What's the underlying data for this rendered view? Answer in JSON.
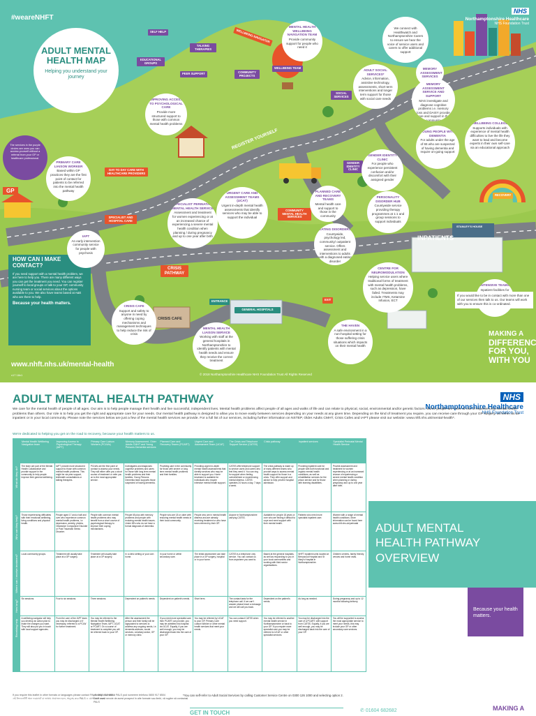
{
  "map": {
    "hashtag": "#weareNHFT",
    "nhs_badge": "NHS",
    "org_name": "Northamptonshire Healthcare",
    "org_sub": "NHS Foundation Trust",
    "title_line1": "ADULT MENTAL",
    "title_line2": "HEALTH MAP",
    "subtitle": "Helping you understand your journey",
    "purple_intro": "The services in the purple circles are ones you can access yourself without a referral from your GP or healthcare professional.",
    "gp": "GP",
    "signs": {
      "self_help": "SELF HELP",
      "talking": "TALKING THERAPIES",
      "educational": "EDUCATIONAL GROUPS",
      "peer": "PEER SUPPORT",
      "wellbeing_navigator": "WELLBEING NAVIGATOR",
      "wellbeing_team": "WELLBEING TEAM",
      "community_projects": "COMMUNITY PROJECTS",
      "social_services": "SOCIAL SERVICES",
      "register": "REGISTER YOURSELF",
      "day_to_day": "DAY TO DAY CARE WITH HEALTHCARE PROVIDERS",
      "specialist": "SPECIALIST AND HOSPITAL CARE",
      "crisis": "CRISIS PATHWAY",
      "crisis_cafe": "CRISIS CAFE",
      "entrance": "ENTRANCE",
      "general_hospitals": "GENERAL HOSPITALS",
      "exit": "EXIT",
      "community_mh": "COMMUNITY MENTAL HEALTH SERVICES",
      "inpatients": "INPATIENTS",
      "recovery": "RECOVERY",
      "gender": "GENDER IDENTITY CLINIC",
      "stairs": "STANLEY'S HOUSE"
    },
    "circles": [
      {
        "title": "MENTAL HEALTH WELLBEING NAVIGATION TEAM",
        "text": "Provide community support for people who need it"
      },
      {
        "title": "",
        "text": "We connect with Healthwatch and Northamptonshire Carers to ensure we hear the voice of service users and carers to offer additional support"
      },
      {
        "title": "IMPROVING ACCESS TO PSYCHOLOGICAL CARE",
        "text": "Provide more structured support to those with common mental health problems"
      },
      {
        "title": "ADULT SOCIAL SERVICES*",
        "text": "Advice, information, assistive technology, assessments, short term interventions and longer term support for those with social care needs"
      },
      {
        "title": "MEMORY ASSESSMENT SERVICES",
        "text": ""
      },
      {
        "title": "MEMORY ASSESSMENT SERVICE AND SUPPORT",
        "text": "MAS investigate and diagnose cognitive problems i.e. memory loss and DAISY provide care and support in the community"
      },
      {
        "title": "WELLBEING COLLEGE",
        "text": "Supports individuals with experience of mental health difficulties to live the life they want to lead and become experts in their own self-care via an educational approach"
      },
      {
        "title": "PRIMARY CARE LIAISON WORKER",
        "text": "Based within GP practices they are the first point of contact for patients to be referred into the mental health pathway"
      },
      {
        "title": "YOUNG PEOPLE WITH DEMENTIA",
        "text": "For adults under the age of 65 who are suspected of having dementia and require on-going support"
      },
      {
        "title": "GENDER IDENTITY CLINIC",
        "text": "For people who experience persistent confusion and/or discomfort with their assigned gender"
      },
      {
        "title": "SPECIALIST PERINATAL MENTAL HEALTH SERVICE",
        "text": "Assessment and treatment for women experiencing or at an increased chance of experiencing a severe mental health condition when planning / during pregnancy and up to one year after birth"
      },
      {
        "title": "URGENT CARE AND ASSESSMENT TEAMS (UCAT)",
        "text": "Urgent in-depth mental health assessments that identify services who may be able to support the individual"
      },
      {
        "title": "PLANNED CARE AND RECOVERY TEAMS",
        "text": "Mental health care and support to those in the community"
      },
      {
        "title": "PERSONALITY DISORDER HUB",
        "text": "Countywide service providing therapy programmes at 1:1 and group sessions to support individuals"
      },
      {
        "title": "EATING DISORDERS",
        "text": "Countywide, psychology led, community/ outpatient service. Offers assessment and interventions to adults with a diagnosed eating disorder"
      },
      {
        "title": "CENTRE FOR NEUROMODULATION",
        "text": "Helping service users where traditional forms of treatment with mental health problems, such as depression, have failed. Treatments may include rTMS, Ketamine Infusion, ECT"
      },
      {
        "title": "INTENSIVE TEAMS",
        "text": "Inpatient facilities for those who require 24 hour care"
      },
      {
        "title": "CRISIS CAFE",
        "text": "Support and safety to anyone in need by offering coping mechanisms and management techniques to help reduce the risk of crisis"
      },
      {
        "title": "MENTAL HEALTH LIAISON SERVICE",
        "text": "Working with staff at the general hospitals in Northamptonshire to identify patients with mental health needs and ensure they receive the correct treatment"
      },
      {
        "title": "THE HAVEN",
        "text": "A safe environment in a non-hospital setting for those suffering crisis situations which impacts on their mental health"
      },
      {
        "title": "IAPT",
        "text": "An early intervention community service for people with psychosis"
      }
    ],
    "contact_title": "HOW CAN I MAKE CONTACT?",
    "contact_text": "If you need support with a mental health problem, we are here to help you. There are many different ways you can get the treatment you need. You can register yourself to local groups or talk to your GP, community nursing team or social services about the options available to you. We also have teams based at A&E who are there to help.",
    "contact_strong": "Because your health matters.",
    "url": "www.nhft.nhs.uk/mental-health",
    "difference_intro": "If you would like to be in contact with more than one of our services then talk to us. Our teams will work with you to ensure this is co-ordinated.",
    "difference_1": "MAKING A",
    "difference_2": "DIFFERENCE",
    "difference_3": "FOR YOU,",
    "difference_4": "WITH YOU",
    "version": "v17 18v1",
    "copyright": "© 2018 Northamptonshire Healthcare NHS Foundation Trust All Rights Reserved"
  },
  "pathway": {
    "title": "ADULT MENTAL HEALTH PATHWAY",
    "nhs_badge": "NHS",
    "org_name": "Northamptonshire Healthcare",
    "org_sub": "NHS Foundation Trust",
    "intro": "We care for the mental health of people of all ages. Our aim is to help people manage their health and live successful, independent lives. Mental health problems affect people of all ages and walks of life and can relate to physical, social, environmental and/or genetic factors. Some people are more at risk of experiencing mental health problems than others. Our role is to help you get the right and appropriate care for your needs. Our mental health pathway is designed to allow you to move easily between services depending on your needs at any given time. Depending on the kind of treatment you require, you can receive care through your GP surgery, at home, as an inpatient or in your local community. Please note the services below are just a few of the mental health services we provide. For a full list of our services, including further information on NSTEP, Older Adults CMHT, Crisis Cafes and IAPT please visit our website: www.nhft.nhs.uk/mental-health*.",
    "intro_accent": "We're dedicated to helping you get on the road to recovery, because your health matters to us.",
    "columns": [
      "Mental Health Wellbeing Navigation team",
      "Improving Access to Psychological Therapy (IAPT)",
      "Primary Care Liaison Workers (PCLWs)",
      "Memory Assessment, Older Adults CMHT and Young Persons Dementia services",
      "Planned Care and Recovery Teams (PCART)",
      "Urgent Care and Assessment Team (UCAT)",
      "The Crisis and Telephone Support Service (CATSS)",
      "Crisis pathway",
      "Inpatient services",
      "Specialist Perinatal Mental Health Service"
    ],
    "rows": [
      {
        "label": "What do they do?",
        "cells": [
          "The team are part of the Mental Health Collaborative and provide support in the community to help people improve their general wellbeing.",
          "IAPT provide more structured support to those with common mental health problems. This might be via peer support, telehealth consultations or talking therapies.",
          "PCLWs are the first point of contact to assess your needs. They will either offer you a short course of treatment or refer you on to the most appropriate service.",
          "Investigates and diagnoses cognitive problems and cares for those with long term mental health problems and their families. Young Persons Dementia team supports those suspected of having dementia.",
          "Providing care in the community for those with severe or long term mental health problems and their families.",
          "Providing urgent in-depth mental health assessments that identify services who may be able to support you. Home treatment is available for individuals who require intensive mental health support.",
          "CATSS offer telephone support to service users and carers who feel they need it. You can ring for support when feeling overwhelmed or experiencing mental distress. CATSS operates 24 hours a day, 7 days a week.",
          "The crisis pathway is made up of many different teams who provide ways to access mental health support for those in a crisis. They offer support and advice to help prevent hospital admission.",
          "Providing inpatient care for people with both functional and organic mental health conditions, as well as rehabilitation services for the prison service and for those with learning disabilities.",
          "Provide assessment and treatment for women experiencing or at an increased chance of experiencing a severe mental health condition when planning or during pregnancy and up to one year after birth."
        ]
      },
      {
        "label": "Who can they help?",
        "cells": [
          "Those experiencing difficulties with their emotional wellbeing, living conditions and physical health.",
          "People aged 17 and a half and over who experience common mental health problems, i.e. depression, anxiety, phobia, Obsessive Compulsive Disorder or Post Traumatic Stress Disorder.",
          "People with common mental health problems who may benefit from a short course of psychological therapy to improve their coping mechanisms.",
          "People 65 plus with memory problems and people with enduring mental health issues. Under 65's who do not have a formal diagnosis of dementia.",
          "People who are 18 or older with enduring mental health needs in their local community.",
          "People who are in mental health distress and are already receiving treatment or who have been referred by their GP.",
          "Anyone in Northamptonshire carrying CATSS.",
          "Available for people 18 years or over who are finding it difficult to cope and need support with their mental health.",
          "Patients who need more specialist inpatient care.",
          "Women with a range of mental health conditions. More information can be found here www.nhft.nhs.uk/perinatal"
        ]
      },
      {
        "label": "Where can I receive treatment?",
        "cells": [
          "Local community groups.",
          "Treatment will usually take place at a GP surgery.",
          "Treatment will usually take place at a GP surgery.",
          "In a clinic setting or your own home.",
          "In your home or within secondary care.",
          "The initial assessment can take place in a GP surgery, hospital or in your home.",
          "CATSS is a telephone only service. You can contact us from anywhere you want to.",
          "Based at the general hospitals, as well as responding to you in your local communities and working with third sector organisations.",
          "NHFT inpatient units located at Berrywood Hospital and St Mary's Hospital in Northamptonshire.",
          "Children centres, family friendly venues and home visits."
        ]
      },
      {
        "label": "How long?",
        "cells": [
          "Six sessions.",
          "Four to six sessions.",
          "Three sessions.",
          "Dependent on patient's needs.",
          "Dependent on patient's needs.",
          "Short term.",
          "The contact lasts for the telephone call. If we can't answer please leave a message and we will call you back.",
          "Dependent on the patient's needs.",
          "As long as needed.",
          "During pregnancy and up to 12 months following delivery."
        ]
      },
      {
        "label": "Receiving help",
        "cells": [
          "A wellbeing navigator will help you develop an action plan to make the changes you want. They will also put you in touch with local support agencies.",
          "From the care of the IAPT team you may be discharged or if necessary, referred to a PCLW for further treatment.",
          "You may be referred to the Mental Health Wellbeing Navigation Team, IAPT, UCAT or PCART. On a course of treatment is complete you will be referred back to your GP.",
          "After the assessment the person and their family will be signposted to services to address any ongoing needs, i.e. dementia advisors, social services, voluntary sector, GP or memory clinic.",
          "If you need more specialist care then PCART can provide, you may be admitted into hospital via UCAT. Equally, if you are well enough, you may be discharged back into the care of your GP.",
          "You may be referred by UCAT to your GP, Primary Care Liaison Worker or other mental health services that meet your needs.",
          "You can contact CATSS when you need support.",
          "You may be referred to another mental health service in Northamptonshire or back to your GP. If you require more specialist care you may be referred to UCAT or other specialist services.",
          "You may be discharged into the care of a PCART, with support from CATSS. Equally, if you are well enough, you may be discharged back into the care of your GP.",
          "You will be supported to access the most appropriate service to meet your needs, this may include your GP or other secondary care services."
        ]
      }
    ],
    "overview_title": "ADULT MENTAL HEALTH PATHWAY OVERVIEW",
    "overview_strong": "Because your health matters.",
    "foot_note1": "If you require this leaflet in other formats or languages please contact PALS: 0800 917 8504",
    "foot_note2": "এই লিফলেটটি অন্য ফরম্যাটে বা ভাষায় প্রয়োজন হলে, অনুগ্রহ করে PALS এ যোগাযোগ করুন",
    "foot_note3": "prosimy o kontakt z PALS pod numerem telefonu 0800 917 8504",
    "foot_note4": "Dacă aveți nevoie de acest prospect în alte formate sau limbi, vă rugăm să contactați PALS",
    "self_refer": "*You can self-refer to Adult Social Services by calling Customer Service Centre on 0300 126 1000 and selecting option 2.",
    "get_in_touch": "GET IN TOUCH",
    "phone": "01604 682682",
    "making": "MAKING A"
  },
  "colors": {
    "teal": "#5ec2b0",
    "purple": "#7a4ba0",
    "orange": "#e8532b",
    "dark_teal": "#2a8e80"
  }
}
